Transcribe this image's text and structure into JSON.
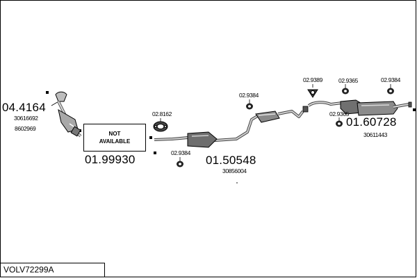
{
  "diagram": {
    "reference_code": "VOLV72299A",
    "not_available_line1": "NOT",
    "not_available_line2": "AVAILABLE",
    "parts": {
      "front_pipe_number": "04.4164",
      "front_pipe_code_1": "30616692",
      "front_pipe_code_2": "8602969",
      "catalyst_number": "01.99930",
      "gasket_number": "02.8162",
      "mounting_front_number": "02.9384",
      "middle_mounting_number": "02.9384",
      "middle_silencer_number": "01.50548",
      "middle_silencer_code": "30856004",
      "clamp_number": "02.9389",
      "rear_mounting_1_number": "02.9365",
      "rear_mounting_2_number": "02.9365",
      "rear_mounting_3_number": "02.9384",
      "rear_silencer_number": "01.60728",
      "rear_silencer_code": "30611443"
    }
  }
}
